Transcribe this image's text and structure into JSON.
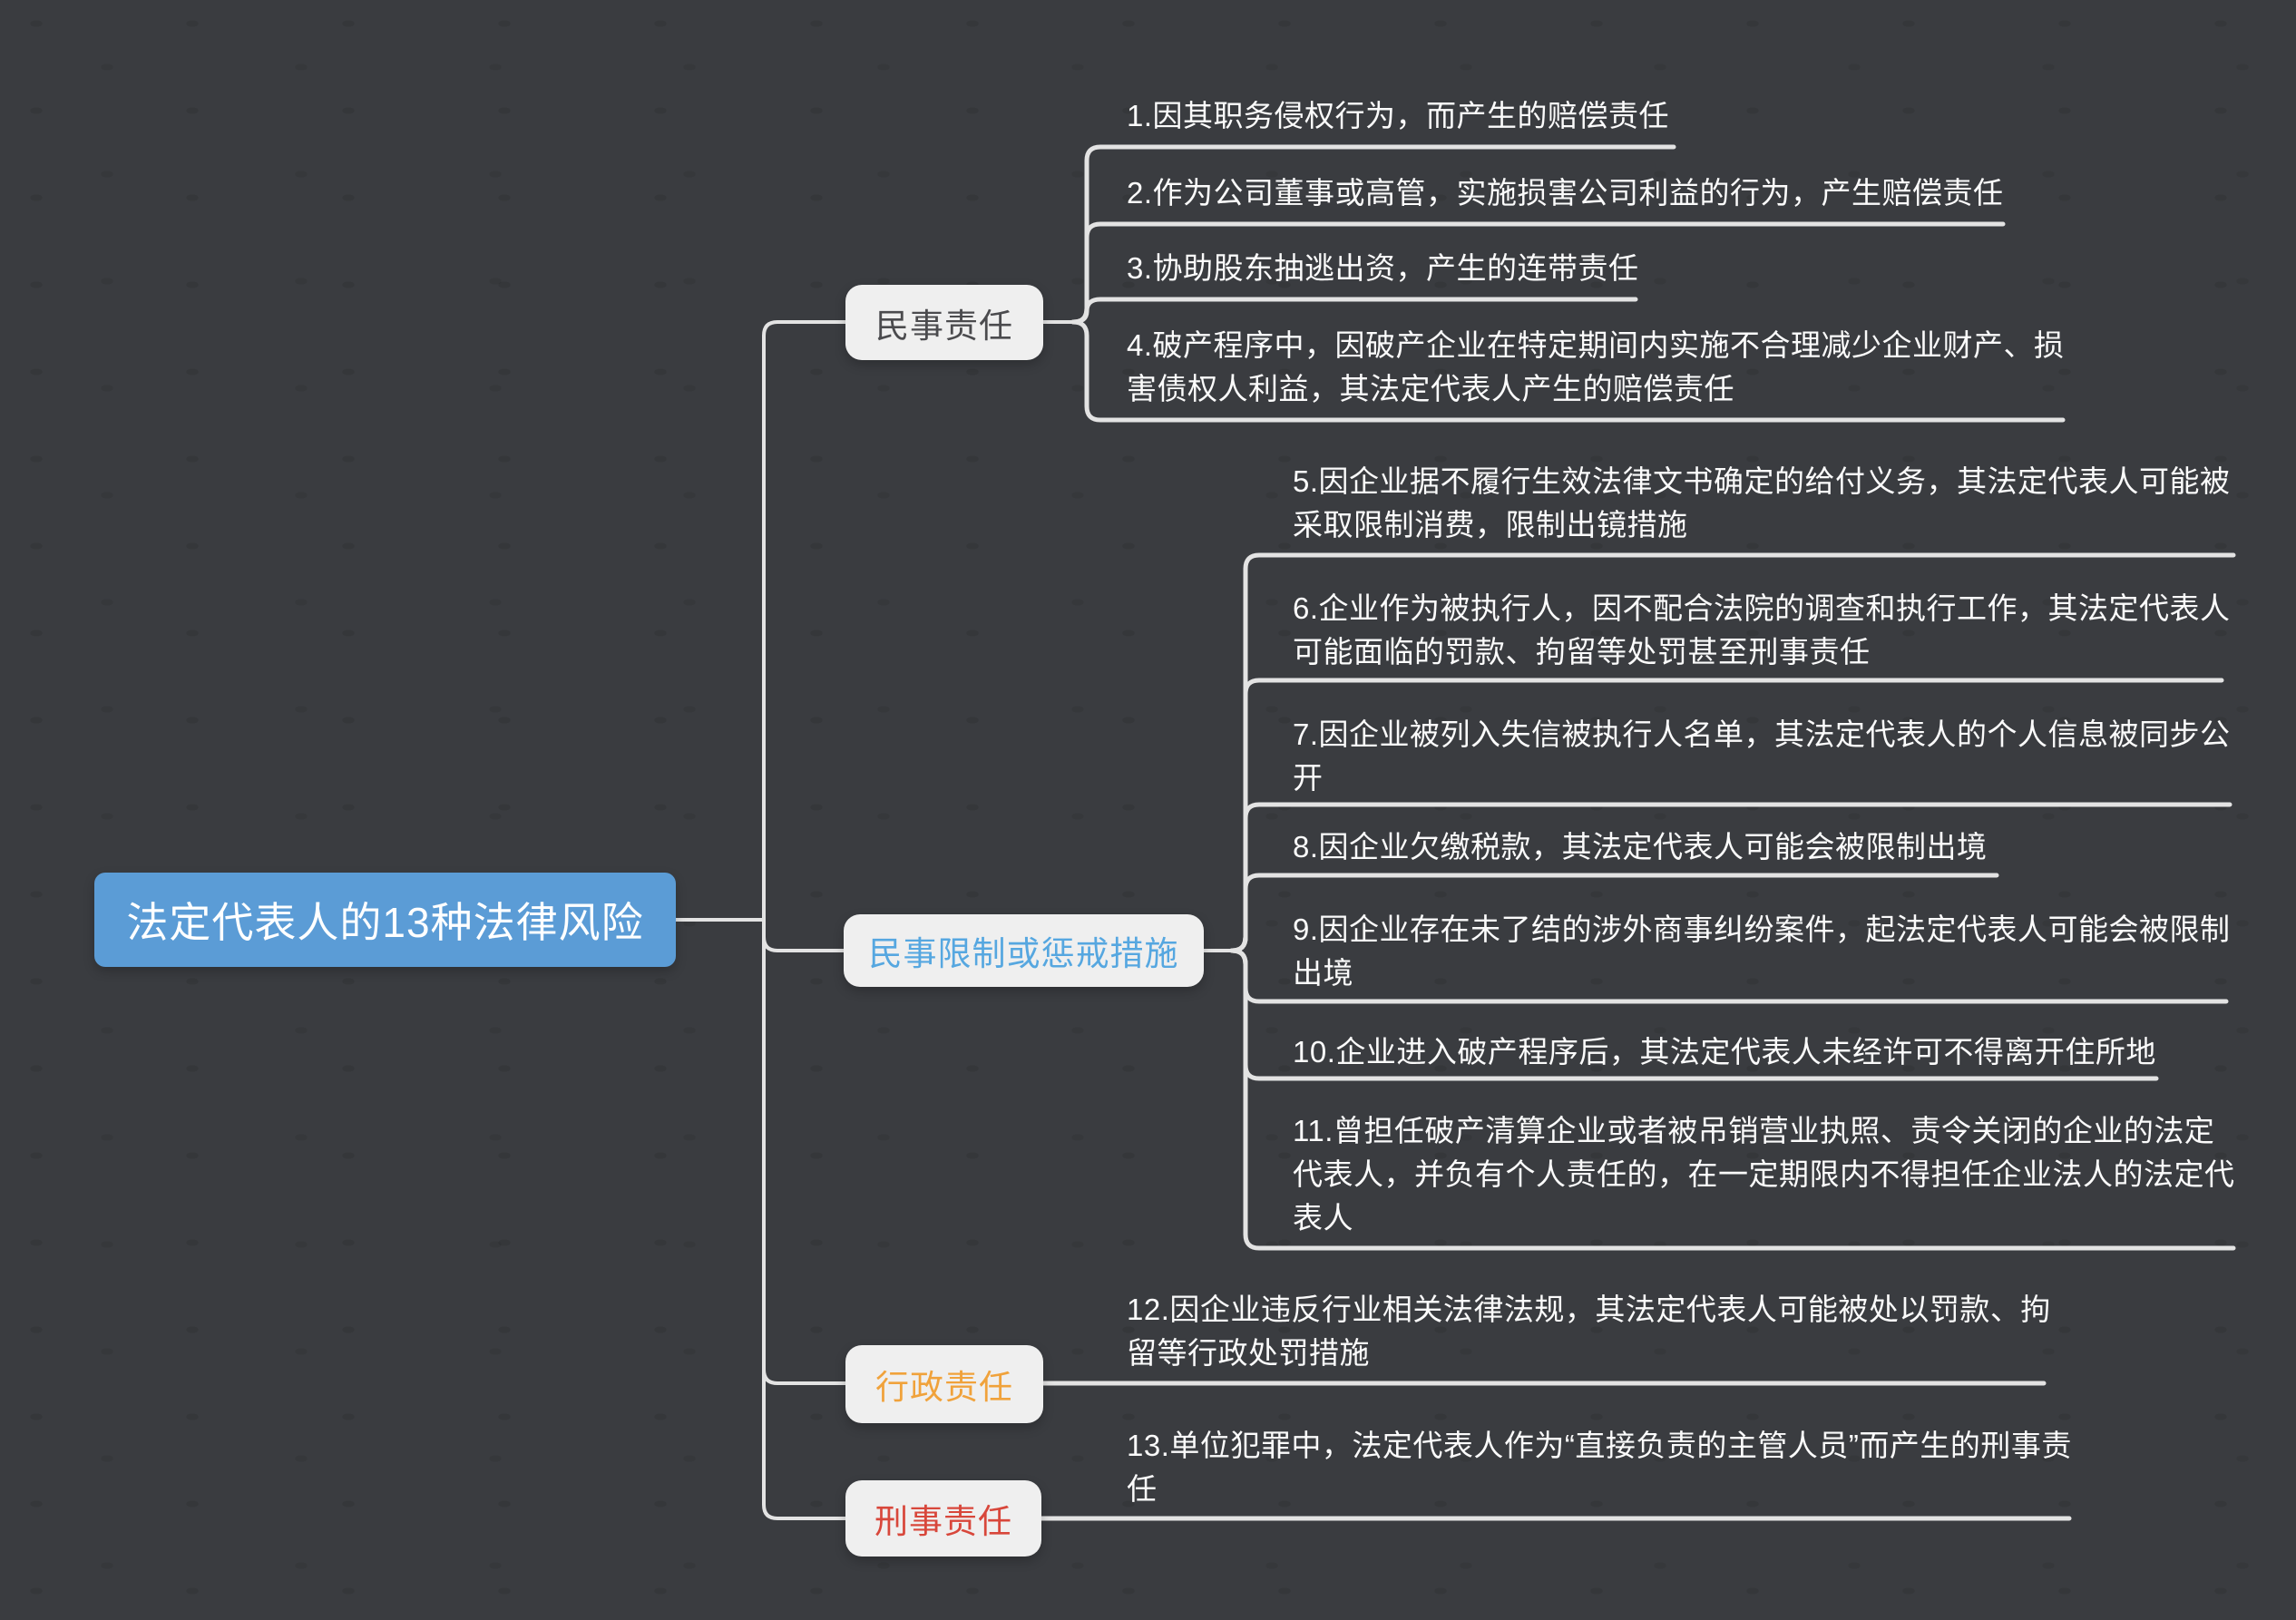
{
  "root": {
    "label": "法定代表人的13种法律风险"
  },
  "colors": {
    "background": "#3a3c40",
    "connector": "#e3e3e3",
    "root_fill": "#5b9cd6",
    "root_text": "#ffffff",
    "branch_box_fill": "#efefef",
    "leaf_text": "#fbfbfb"
  },
  "branches": [
    {
      "label": "民事责任",
      "label_color": "#4b4b4e",
      "children": [
        {
          "text": "1.因其职务侵权行为，而产生的赔偿责任"
        },
        {
          "text": "2.作为公司董事或高管，实施损害公司利益的行为，产生赔偿责任"
        },
        {
          "text": "3.协助股东抽逃出资，产生的连带责任"
        },
        {
          "text": "4.破产程序中，因破产企业在特定期间内实施不合理减少企业财产、损\n害债权人利益，其法定代表人产生的赔偿责任"
        }
      ]
    },
    {
      "label": "民事限制或惩戒措施",
      "label_color": "#56a7e0",
      "children": [
        {
          "text": "5.因企业据不履行生效法律文书确定的给付义务，其法定代表人可能被\n采取限制消费，限制出镜措施"
        },
        {
          "text": "6.企业作为被执行人，因不配合法院的调查和执行工作，其法定代表人\n可能面临的罚款、拘留等处罚甚至刑事责任"
        },
        {
          "text": "7.因企业被列入失信被执行人名单，其法定代表人的个人信息被同步公\n开"
        },
        {
          "text": "8.因企业欠缴税款，其法定代表人可能会被限制出境"
        },
        {
          "text": "9.因企业存在未了结的涉外商事纠纷案件，起法定代表人可能会被限制\n出境"
        },
        {
          "text": "10.企业进入破产程序后，其法定代表人未经许可不得离开住所地"
        },
        {
          "text": "11.曾担任破产清算企业或者被吊销营业执照、责令关闭的企业的法定\n代表人，并负有个人责任的，在一定期限内不得担任企业法人的法定代\n表人"
        }
      ]
    },
    {
      "label": "行政责任",
      "label_color": "#f0a23b",
      "children": [
        {
          "text": "12.因企业违反行业相关法律法规，其法定代表人可能被处以罚款、拘\n留等行政处罚措施"
        }
      ]
    },
    {
      "label": "刑事责任",
      "label_color": "#d8473b",
      "children": [
        {
          "text": "13.单位犯罪中，法定代表人作为“直接负责的主管人员”而产生的刑事责\n任"
        }
      ]
    }
  ]
}
